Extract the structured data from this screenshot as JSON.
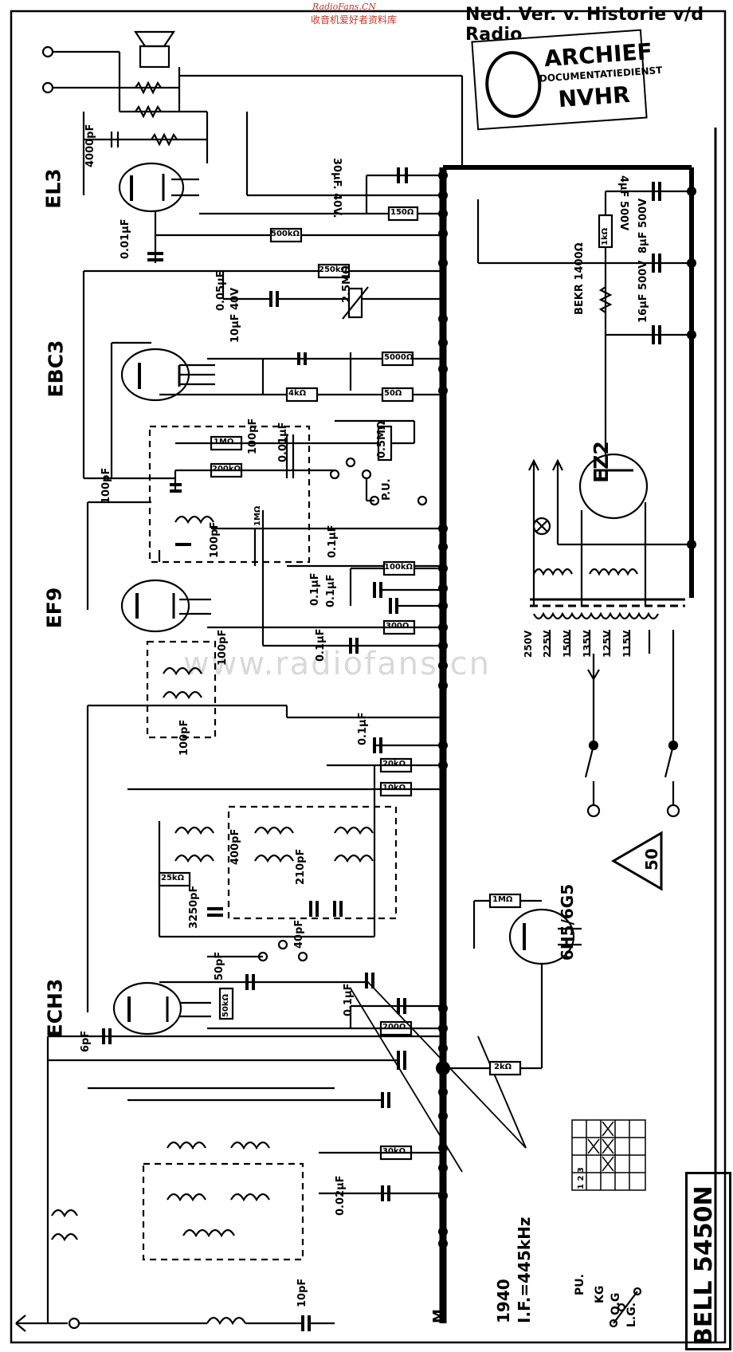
{
  "header": {
    "watermark_url": "RadioFans.CN",
    "watermark_cn": "收音机爱好者资料库",
    "archive_title": "Ned. Ver. v. Historie v/d Radio"
  },
  "stamp": {
    "line1": "ARCHIEF",
    "line2": "DOCUMENTATIEDIENST",
    "line3": "NVHR"
  },
  "tubes": {
    "el3": "EL3",
    "ebc3": "EBC3",
    "ef9": "EF9",
    "ech3": "ECH3",
    "ez2": "EZ2",
    "tuning_eye": "6H5/6G5"
  },
  "component_values": {
    "c_4000pf": "4000pF",
    "c_30uf_40v": "30μF. 40V.",
    "r_150": "150Ω",
    "r_500k": "500kΩ",
    "c_001uf": "0.01μF",
    "r_250k": "250kΩ",
    "pot_25m": "2.5MΩ",
    "c_005uf": "0.05μF",
    "c_10uf_40v": "10μF 40V",
    "r_5000": "5000Ω",
    "r_4k": "4kΩ",
    "r_50": "50Ω",
    "r_1m": "1MΩ",
    "c_100pf": "100pF",
    "r_200k": "200kΩ",
    "c_001uf_b": "0.01μF",
    "pot_05m": "0.5MΩ",
    "pu": "P.U.",
    "r_1m_b": "1MΩ",
    "c_100pf_b": "100pF",
    "c_100pf_c": "100pF",
    "c_01uf": "0.1μF",
    "r_100k": "100kΩ",
    "c_01uf_b": "0.1μF",
    "c_01uf_c": "0.1μF",
    "r_300": "300Ω",
    "c_01uf_d": "0.1μF",
    "c_100pf_d": "100pF",
    "c_100pf_e": "100pF",
    "c_01uf_e": "0.1μF",
    "r_20k": "20kΩ",
    "r_10k": "10kΩ",
    "c_400pf": "400pF",
    "r_25k": "25kΩ",
    "c_210pf": "210pF",
    "c_3250pf": "3250pF",
    "c_40pf": "40pF",
    "c_50pf": "50pF",
    "r_50k": "50kΩ",
    "c_01uf_f": "0.1μF",
    "r_200": "200Ω",
    "r_2k": "2kΩ",
    "c_6pf": "6pF",
    "r_1m_c": "1MΩ",
    "r_30k": "30kΩ",
    "c_002uf": "0.02μF",
    "c_10pf": "10pF",
    "c_4uf_500v": "4μF 500V",
    "r_1k": "1kΩ",
    "c_8uf_500v": "8μF 500V",
    "field_coil": "BEKR 1400Ω",
    "c_16uf_500v": "16μF 500V"
  },
  "transformer_taps": [
    "250V",
    "225V",
    "150V",
    "135V",
    "125V",
    "115V"
  ],
  "fuse_rating": "50",
  "footer": {
    "year": "1940",
    "if_freq": "I.F.=445kHz",
    "ground": "M",
    "switch_legend": [
      "PU.",
      "KG",
      "O.G",
      "L.G."
    ],
    "model": "BELL 5450N"
  },
  "switch_table": {
    "rows": [
      "1 2 3",
      "KG",
      "OG",
      "LG",
      "P.U."
    ]
  }
}
